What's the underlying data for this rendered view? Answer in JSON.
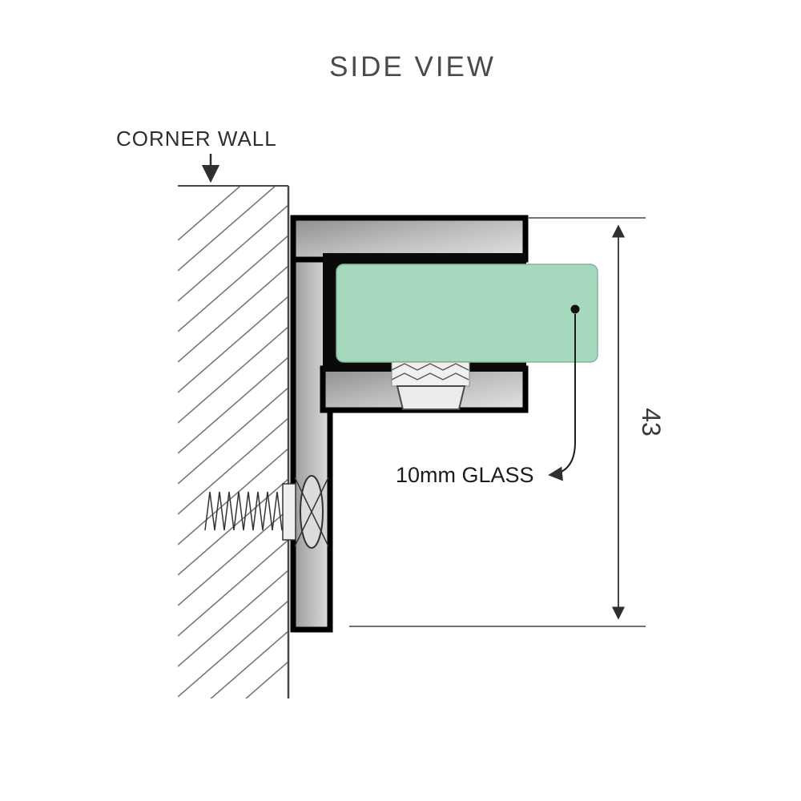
{
  "title": "SIDE VIEW",
  "annotations": {
    "corner_wall": "CORNER WALL",
    "glass": "10mm GLASS"
  },
  "dimension": {
    "height": "43"
  },
  "colors": {
    "glass_fill": "#a6d8bd",
    "glass_stroke": "#7fb598",
    "metal_light": "#e3e3e3",
    "metal_dark": "#8e8e8e",
    "outline": "#000000",
    "line": "#3d3d3d"
  }
}
